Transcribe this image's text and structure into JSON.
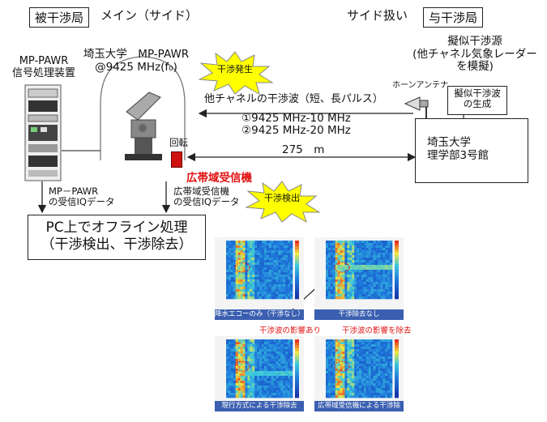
{
  "header": {
    "left_box": "被干渉局",
    "left_sub": "メイン（サイド）",
    "right_sub": "サイド扱い",
    "right_box": "与干渉局"
  },
  "mp_pawr_device": [
    "MP-PAWR",
    "信号処理装置"
  ],
  "univ_radar": [
    "埼玉大学　MP-PAWR",
    "@9425 MHz(f₀)"
  ],
  "interference_source": [
    "擬似干渉源",
    "(他チャネル気象レーダー",
    "を模擬)"
  ],
  "horn_antenna": "ホーンアンテナ",
  "pseudo_gen": [
    "擬似干渉波",
    "の生成"
  ],
  "interference_wave": "他チャネルの干渉波（短、長パルス）",
  "freq1": "①9425 MHz-10 MHz",
  "freq2": "②9425 MHz-20 MHz",
  "distance": "275　m",
  "building": [
    "埼玉大学",
    "理学部3号館"
  ],
  "rotation": "回転",
  "wideband_receiver": "広帯域受信機",
  "burst_occur": "干渉発生",
  "burst_detect": "干渉検出",
  "iq_left": [
    "MP－PAWR",
    "の受信IQデータ"
  ],
  "iq_right": [
    "広帯域受信機",
    "の受信IQデータ"
  ],
  "pc_box": [
    "PC上でオフライン処理",
    "（干渉検出、干渉除去）"
  ],
  "captions": {
    "tl": "降水エコーのみ（干渉なし）",
    "tr": "干渉除去なし",
    "bl": "現行方式による干渉除去",
    "br": "広帯域受信機による干渉除去"
  },
  "annotations": {
    "left": "干渉波の影響あり",
    "right": "干渉波の影響を除去"
  },
  "colors": {
    "accent_red": "#e01010",
    "burst_yellow": "#ffff00",
    "caption_blue": "#3b5fb0"
  }
}
